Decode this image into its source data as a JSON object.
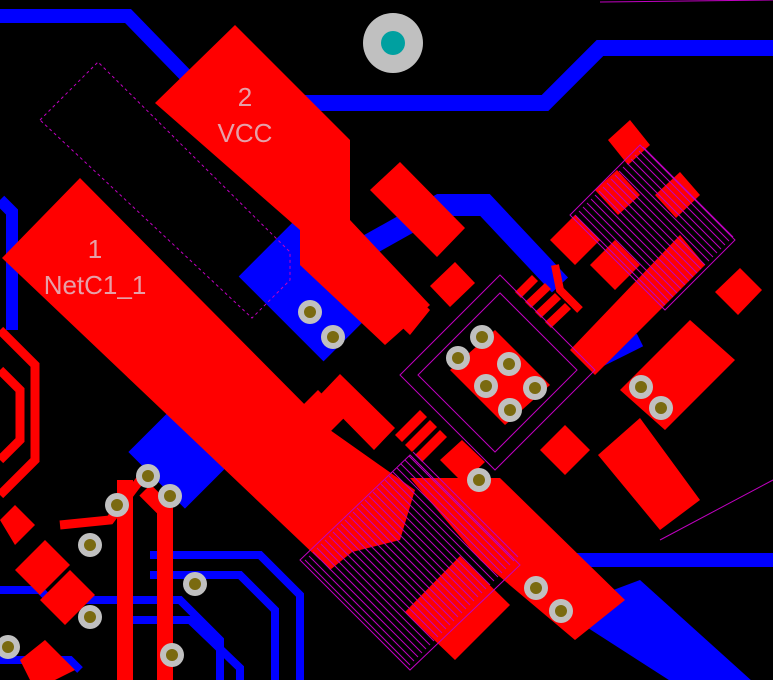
{
  "view": {
    "colors": {
      "background": "#000000",
      "top_copper": "#ff0000",
      "bottom_copper": "#0000ff",
      "via_ring": "#c0c0c0",
      "via_hole": "#7a6a10",
      "mount_hole": "#00a0a0",
      "overlay": "#c000c0"
    }
  },
  "pads": [
    {
      "number": "2",
      "net": "VCC"
    },
    {
      "number": "1",
      "net": "NetC1_1"
    }
  ]
}
